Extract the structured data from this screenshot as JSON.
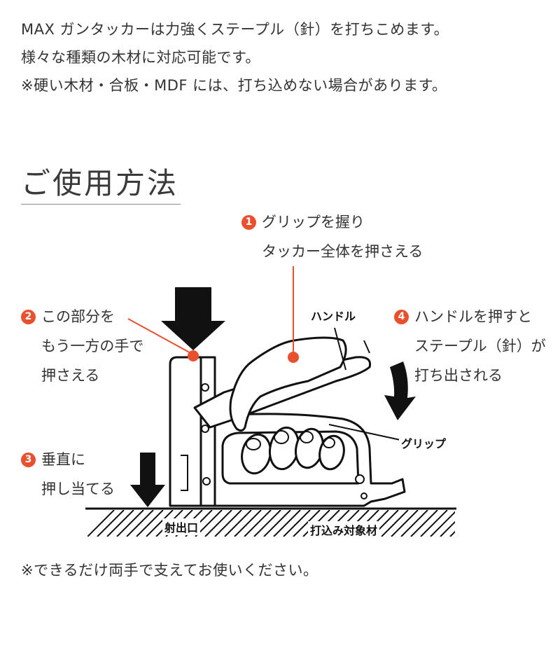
{
  "intro": [
    "MAX ガンタッカーは力強くステープル（針）を打ちこめます。",
    "様々な種類の木材に対応可能です。",
    "※硬い木材・合板・MDF には、打ち込めない場合があります。"
  ],
  "section": {
    "title": "ご使用方法"
  },
  "steps": [
    {
      "number": "1",
      "lines": [
        "グリップを握り",
        "タッカー全体を押さえる"
      ]
    },
    {
      "number": "2",
      "lines": [
        "この部分を",
        "もう一方の手で",
        "押さえる"
      ]
    },
    {
      "number": "3",
      "lines": [
        "垂直に",
        "押し当てる"
      ]
    },
    {
      "number": "4",
      "lines": [
        "ハンドルを押すと",
        "ステープル（針）が",
        "打ち出される"
      ]
    }
  ],
  "diagram_labels": {
    "handle": "ハンドル",
    "grip": "グリップ",
    "outlet": "射出口",
    "target": "打込み対象材"
  },
  "colors": {
    "accent": "#e8502e",
    "text": "#333333",
    "line": "#111111"
  },
  "footnote": "※できるだけ両手で支えてお使いください。"
}
